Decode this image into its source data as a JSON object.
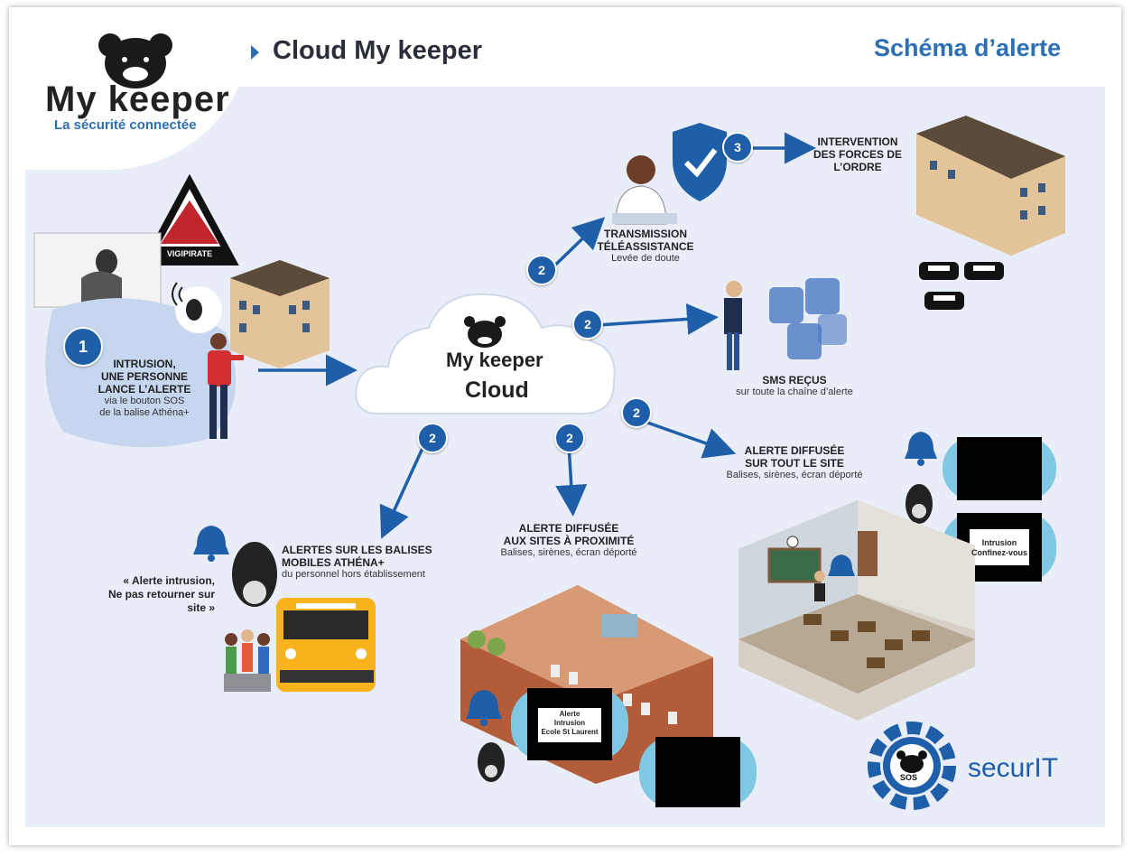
{
  "header": {
    "title": "Cloud My keeper",
    "right_title": "Schéma d’alerte"
  },
  "logo": {
    "name": "My keeper",
    "tagline": "La sécurité connectée"
  },
  "vigipirate": "VIGIPIRATE",
  "cloud": {
    "line1": "My keeper",
    "line2": "Cloud"
  },
  "steps": {
    "step1": {
      "badge": "1",
      "title_line1": "INTRUSION,",
      "title_line2": "UNE PERSONNE",
      "title_line3": "LANCE L’ALERTE",
      "sub_line1": "via le bouton SOS",
      "sub_line2": "de la balise Athéna+"
    },
    "transmission": {
      "badge": "2",
      "title_line1": "TRANSMISSION",
      "title_line2": "TÉLÉASSISTANCE",
      "sub": "Levée de doute"
    },
    "intervention": {
      "badge": "3",
      "title_line1": "INTERVENTION",
      "title_line2": "DES FORCES DE",
      "title_line3": "L’ORDRE"
    },
    "sms": {
      "badge": "2",
      "title": "SMS REÇUS",
      "sub": "sur toute la chaîne d’alerte"
    },
    "site": {
      "badge": "2",
      "title_line1": "ALERTE DIFFUSÉE",
      "title_line2": "SUR TOUT LE SITE",
      "sub": "Balises, sirènes, écran déporté"
    },
    "proximity": {
      "badge": "2",
      "title_line1": "ALERTE DIFFUSÉE",
      "title_line2": "AUX SITES À PROXIMITÉ",
      "sub": "Balises, sirènes, écran déporté"
    },
    "mobile": {
      "badge": "2",
      "title_line1": "ALERTES SUR LES BALISES",
      "title_line2": "MOBILES ATHÉNA+",
      "sub": "du personnel hors établissement",
      "quote_line1": "« Alerte intrusion,",
      "quote_line2": "Ne pas retourner sur site »"
    }
  },
  "screens": {
    "classroom_line1": "Intrusion",
    "classroom_line2": "Confinez-vous",
    "school_line1": "Alerte",
    "school_line2": "Intrusion",
    "school_line3": "Ecole St Laurent"
  },
  "footer_logo": {
    "name": "securIT",
    "gear_label": "SOS"
  },
  "colors": {
    "accent": "#1f5ea8",
    "title": "#2c6fb5",
    "panel": "#e8edf7"
  }
}
